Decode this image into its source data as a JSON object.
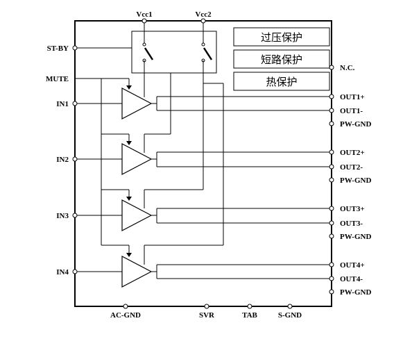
{
  "supply_pins": [
    "Vcc1",
    "Vcc2"
  ],
  "left_pins": {
    "standby": "ST-BY",
    "mute": "MUTE",
    "inputs": [
      "IN1",
      "IN2",
      "IN3",
      "IN4"
    ]
  },
  "right_pins": {
    "nc": "N.C.",
    "channels": [
      {
        "out_pos": "OUT1+",
        "out_neg": "OUT1-",
        "gnd": "PW-GND"
      },
      {
        "out_pos": "OUT2+",
        "out_neg": "OUT2-",
        "gnd": "PW-GND"
      },
      {
        "out_pos": "OUT3+",
        "out_neg": "OUT3-",
        "gnd": "PW-GND"
      },
      {
        "out_pos": "OUT4+",
        "out_neg": "OUT4-",
        "gnd": "PW-GND"
      }
    ]
  },
  "bottom_pins": [
    "AC-GND",
    "SVR",
    "TAB",
    "S-GND"
  ],
  "protection_blocks": [
    "过压保护",
    "短路保护",
    "热保护"
  ]
}
